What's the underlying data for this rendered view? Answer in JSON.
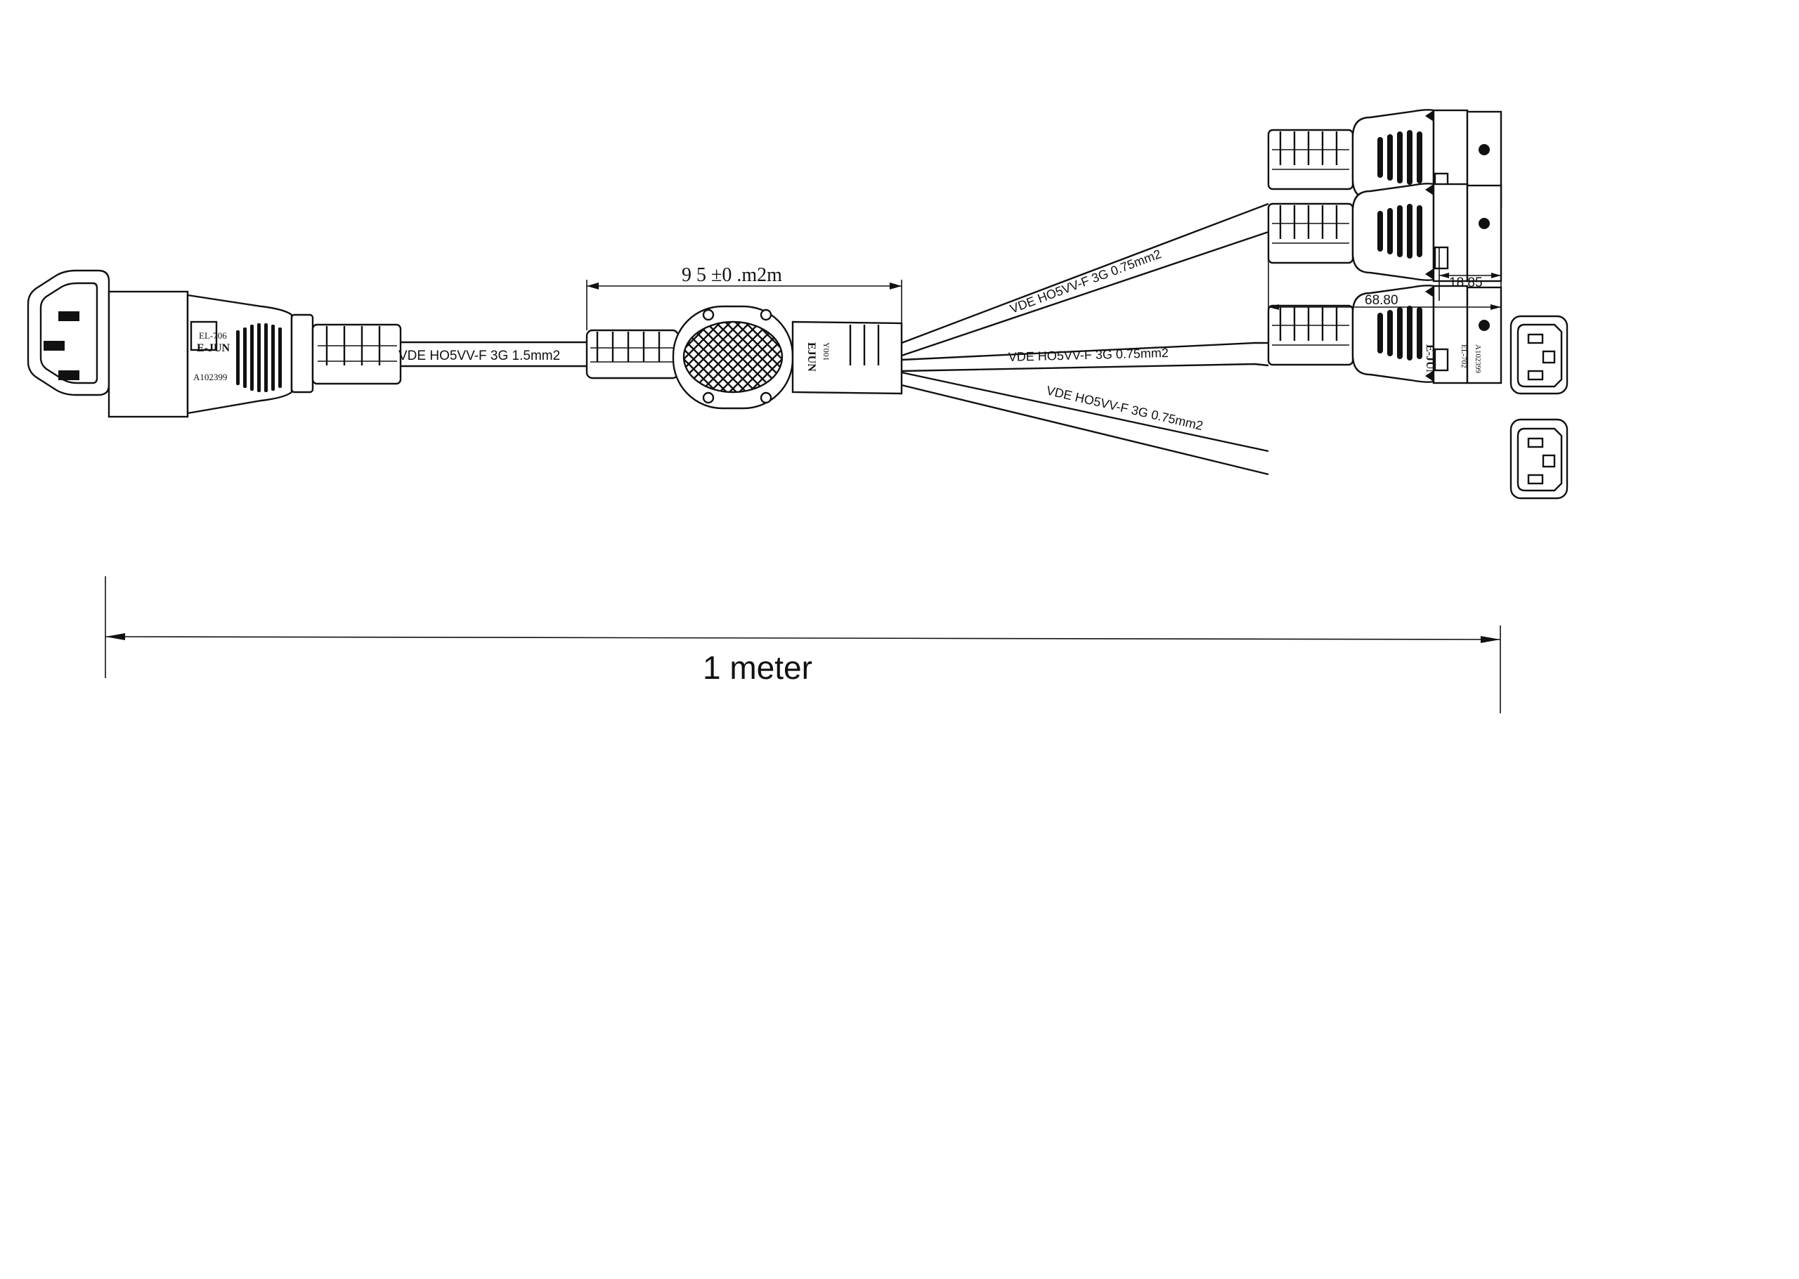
{
  "diagram": {
    "dimension_middle": "9 5 ±0 .m2m",
    "dimension_top_right_a": "18.85",
    "dimension_top_right_b": "68.80",
    "main_length": "1 meter",
    "cable_main": "VDE HO5VV-F 3G 1.5mm2",
    "cable_branch_top": "VDE HO5VV-F 3G 0.75mm2",
    "cable_branch_middle": "VDE HO5VV-F 3G 0.75mm2",
    "cable_branch_bottom": "VDE HO5VV-F 3G 0.75mm2",
    "left_plug_model": "EL-706",
    "left_plug_brand": "E-JUN",
    "left_plug_code": "A102399",
    "splitter_brand": "EJUN",
    "splitter_code": "Y001",
    "branch_plug_brand": "E-JUN",
    "branch_plug_model": "EL-702",
    "branch_plug_code": "A102399"
  }
}
